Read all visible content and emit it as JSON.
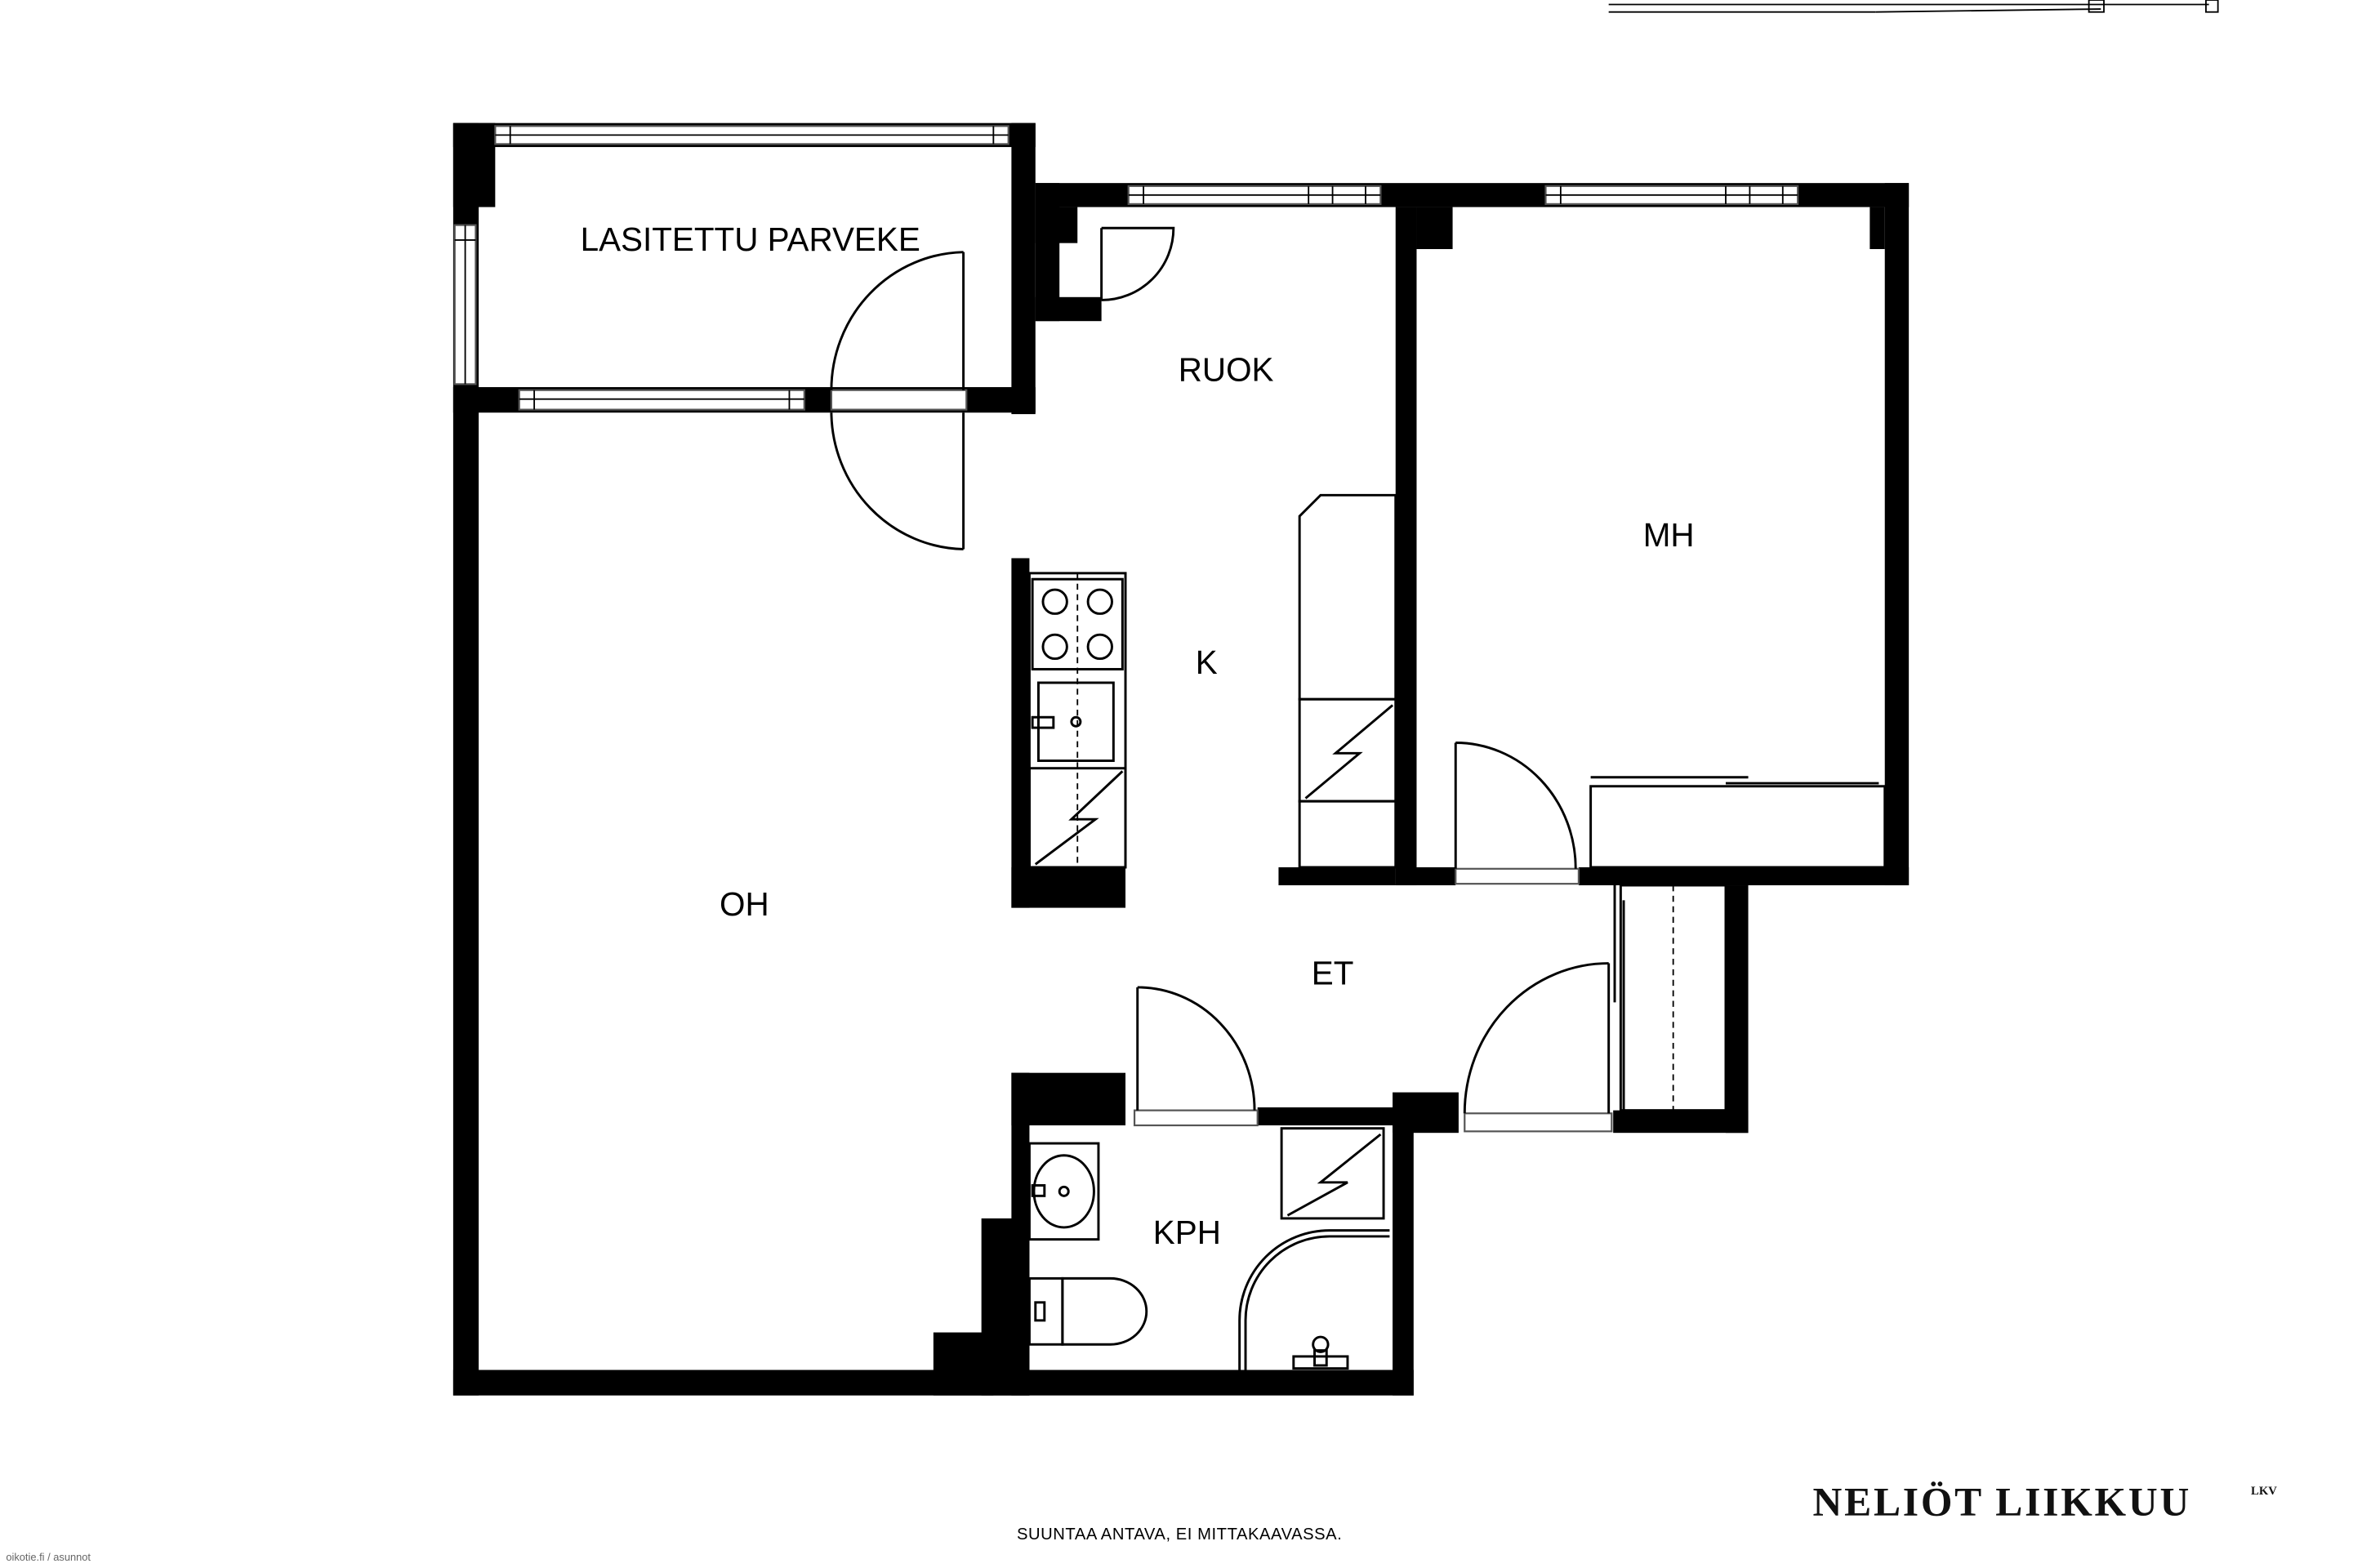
{
  "rooms": {
    "balcony": "LASITETTU PARVEKE",
    "dining": "RUOK",
    "bedroom": "MH",
    "kitchen": "K",
    "living": "OH",
    "hall": "ET",
    "bathroom": "KPH"
  },
  "footer": {
    "disclaimer": "SUUNTAA ANTAVA, EI MITTAKAAVASSA.",
    "brand": "NELIÖT LIIKKUU",
    "brand_suffix": "LKV",
    "source": "oikotie.fi / asunnot"
  },
  "colors": {
    "walls": "#000000",
    "background": "#ffffff"
  }
}
